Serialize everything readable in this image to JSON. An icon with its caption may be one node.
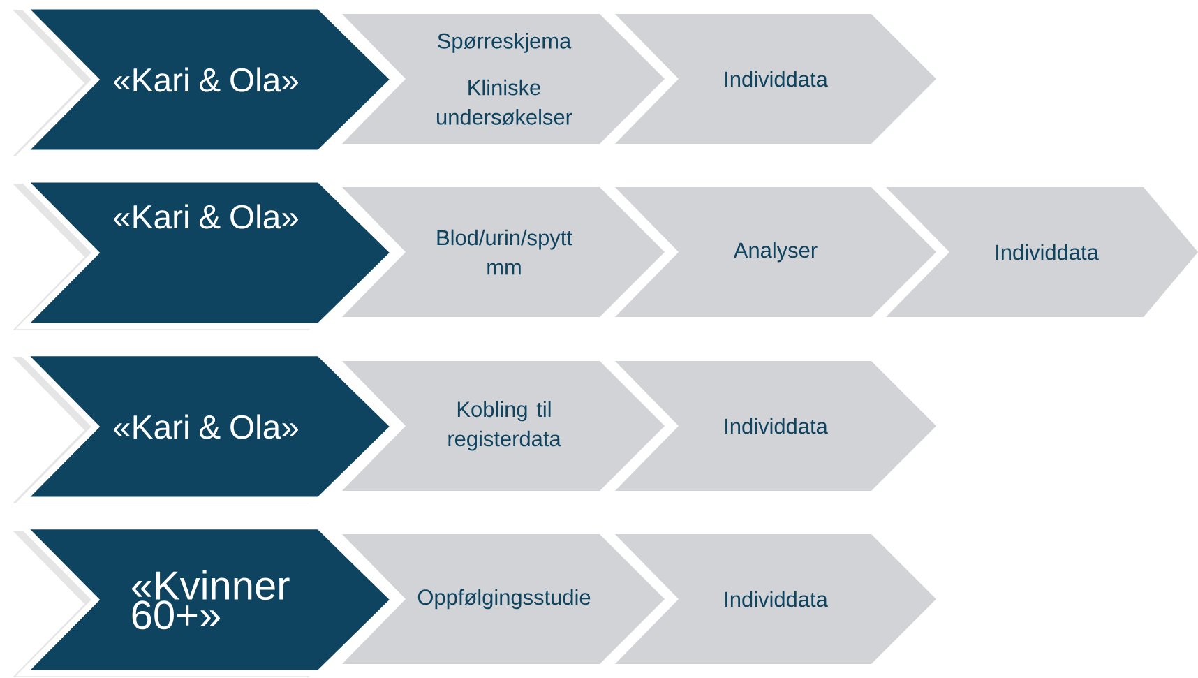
{
  "diagram": {
    "nodes": [
      {
        "text": [
          "«Kari & Ola»"
        ]
      },
      {
        "text": [
          "Spørreskjema",
          "Kliniske undersøkelser"
        ]
      },
      {
        "text": [
          "Individdata"
        ]
      },
      {
        "text": [
          "«Kari & Ola»"
        ]
      },
      {
        "text": [
          "Blod/urin/spytt mm"
        ]
      },
      {
        "text": [
          "Analyser"
        ]
      },
      {
        "text": [
          "Individdata"
        ]
      },
      {
        "text": [
          "«Kari & Ola»"
        ]
      },
      {
        "text": [
          "Kobling til registerdata"
        ]
      },
      {
        "text": [
          "Individdata"
        ]
      },
      {
        "text": [
          "«Kvinner 60+»"
        ]
      },
      {
        "text": [
          "Oppfølgingsstudie"
        ]
      },
      {
        "text": [
          "Individdata"
        ]
      }
    ]
  }
}
